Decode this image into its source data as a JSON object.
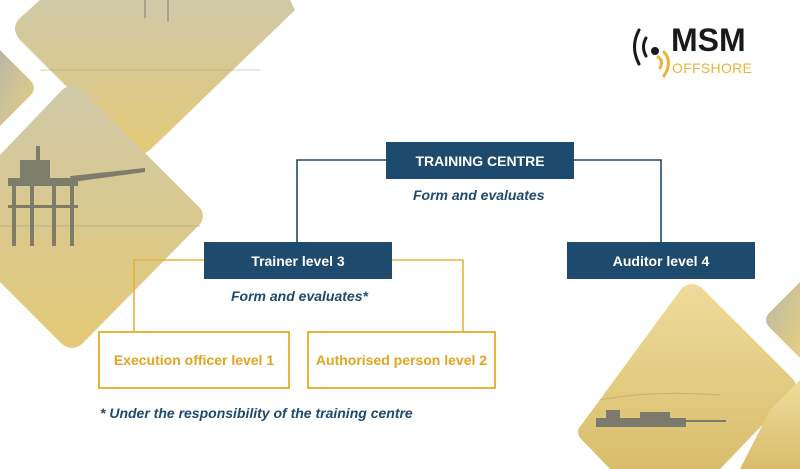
{
  "logo": {
    "brand": "MSM",
    "tagline": "OFFSHORE",
    "icon": "signal-waves-icon"
  },
  "colors": {
    "navy": "#1e4a6e",
    "gold": "#e8b43a",
    "photo_tint": "#d9c58a"
  },
  "diagram": {
    "nodes": {
      "training_centre": "TRAINING CENTRE",
      "trainer": "Trainer level 3",
      "auditor": "Auditor level 4",
      "execution_officer": "Execution officer level 1",
      "authorised_person": "Authorised person level 2"
    },
    "edge_labels": {
      "centre_form": "Form and evaluates",
      "trainer_form": "Form and evaluates*"
    },
    "footnote": "* Under the responsibility of the training centre"
  }
}
